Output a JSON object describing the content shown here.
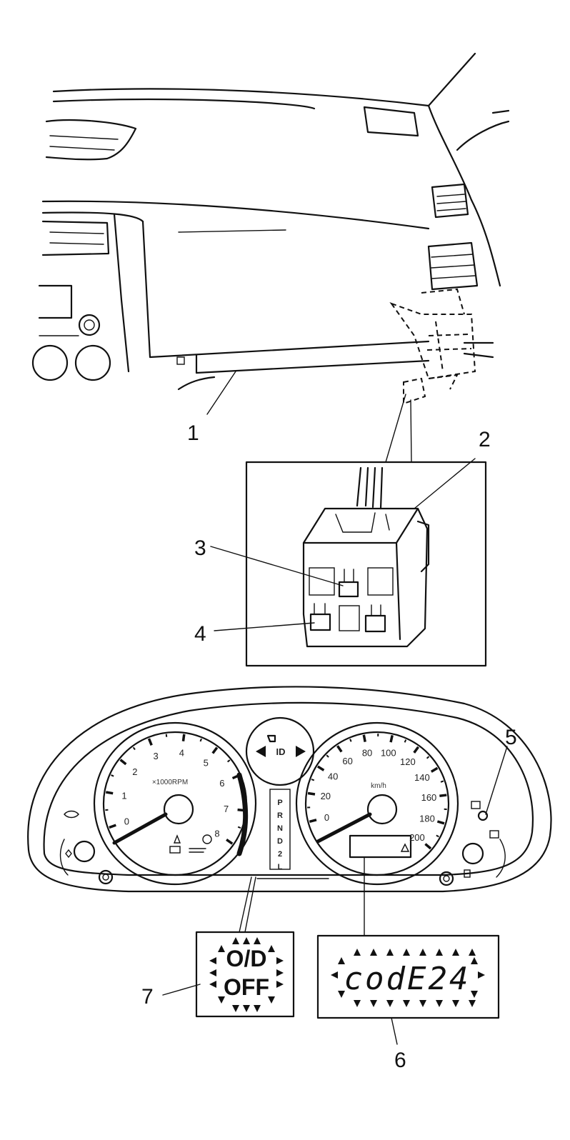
{
  "callouts": {
    "c1": "1",
    "c2": "2",
    "c3": "3",
    "c4": "4",
    "c5": "5",
    "c6": "6",
    "c7": "7"
  },
  "tachometer": {
    "ticks": [
      "0",
      "1",
      "2",
      "3",
      "4",
      "5",
      "6",
      "7",
      "8"
    ],
    "unit": "×1000RPM"
  },
  "speedometer": {
    "ticks": [
      "0",
      "20",
      "40",
      "60",
      "80",
      "100",
      "120",
      "140",
      "160",
      "180",
      "200"
    ],
    "unit": "km/h"
  },
  "gear_indicator": [
    "P",
    "R",
    "N",
    "D",
    "2",
    "L"
  ],
  "center_indicator": "ID",
  "od_off_lamp": {
    "line1": "O/D",
    "line2": "OFF"
  },
  "odometer_display": {
    "text": "codE24"
  }
}
